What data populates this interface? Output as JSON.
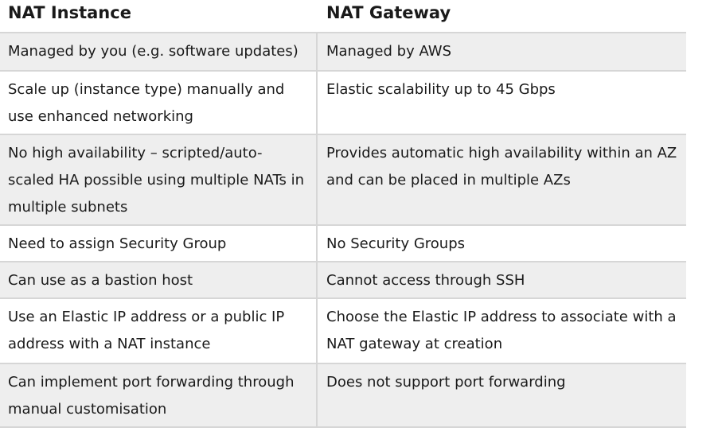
{
  "table": {
    "headers": [
      "NAT Instance",
      "NAT Gateway"
    ],
    "rows": [
      [
        "Managed by you (e.g. software updates)",
        "Managed by AWS"
      ],
      [
        "Scale up (instance type) manually and use enhanced networking",
        "Elastic scalability up to 45 Gbps"
      ],
      [
        "No high availability – scripted/auto-scaled HA possible using multiple NATs in multiple subnets",
        "Provides automatic high availability within an AZ and can be placed in multiple AZs"
      ],
      [
        "Need to assign Security Group",
        "No Security Groups"
      ],
      [
        "Can use as a bastion host",
        "Cannot access through SSH"
      ],
      [
        "Use an Elastic IP address or a public IP address with a NAT instance",
        "Choose the Elastic IP address to associate with a NAT gateway at creation"
      ],
      [
        "Can implement port forwarding through manual customisation",
        "Does not support port forwarding"
      ]
    ]
  }
}
